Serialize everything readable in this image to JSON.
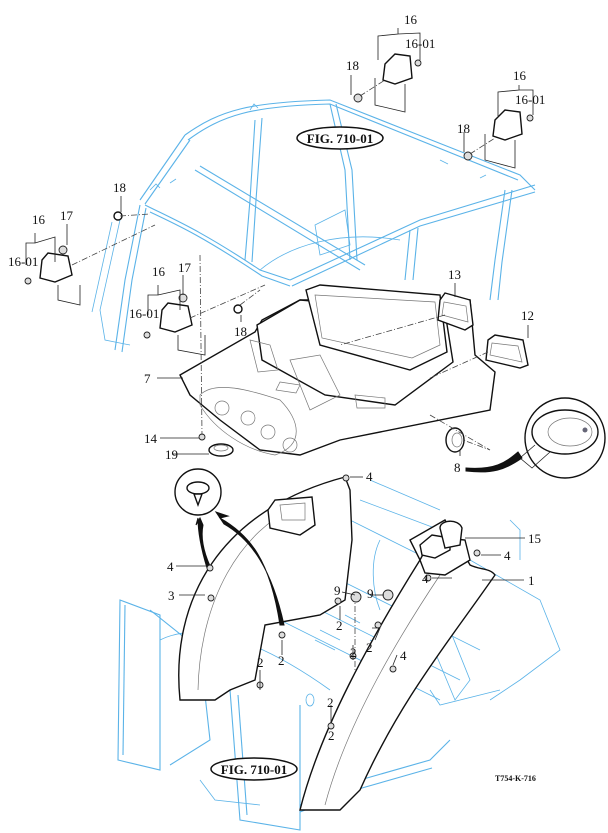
{
  "diagram": {
    "drawing_code": "T754-K-716",
    "figure_references": [
      {
        "id": "fig-ref-top",
        "text": "FIG. 710-01"
      },
      {
        "id": "fig-ref-bottom",
        "text": "FIG. 710-01"
      }
    ],
    "callouts": {
      "c16_tr1": "16",
      "c1601_tr1": "16-01",
      "c18_tr1": "18",
      "c16_tr2": "16",
      "c1601_tr2": "16-01",
      "c18_tr2": "18",
      "c18_l": "18",
      "c16_l1": "16",
      "c17_l1": "17",
      "c1601_l1": "16-01",
      "c16_l2": "16",
      "c17_l2": "17",
      "c1601_l2": "16-01",
      "c18_m": "18",
      "c13": "13",
      "c12": "12",
      "c7": "7",
      "c14": "14",
      "c19": "19",
      "c8": "8",
      "c4_a": "4",
      "c4_b": "4",
      "c3": "3",
      "c15": "15",
      "c4_c": "4",
      "c4_d": "4",
      "c1": "1",
      "c9_a": "9",
      "c9_b": "9",
      "c2_a": "2",
      "c2_b": "2",
      "c2_c": "2",
      "c2_d": "2",
      "c2_e": "2",
      "c2_f": "2",
      "c4_e": "4",
      "c2_g": "2"
    },
    "colors": {
      "frame_line": "#5bb3e8",
      "part_line": "#111111",
      "background": "#ffffff"
    }
  }
}
